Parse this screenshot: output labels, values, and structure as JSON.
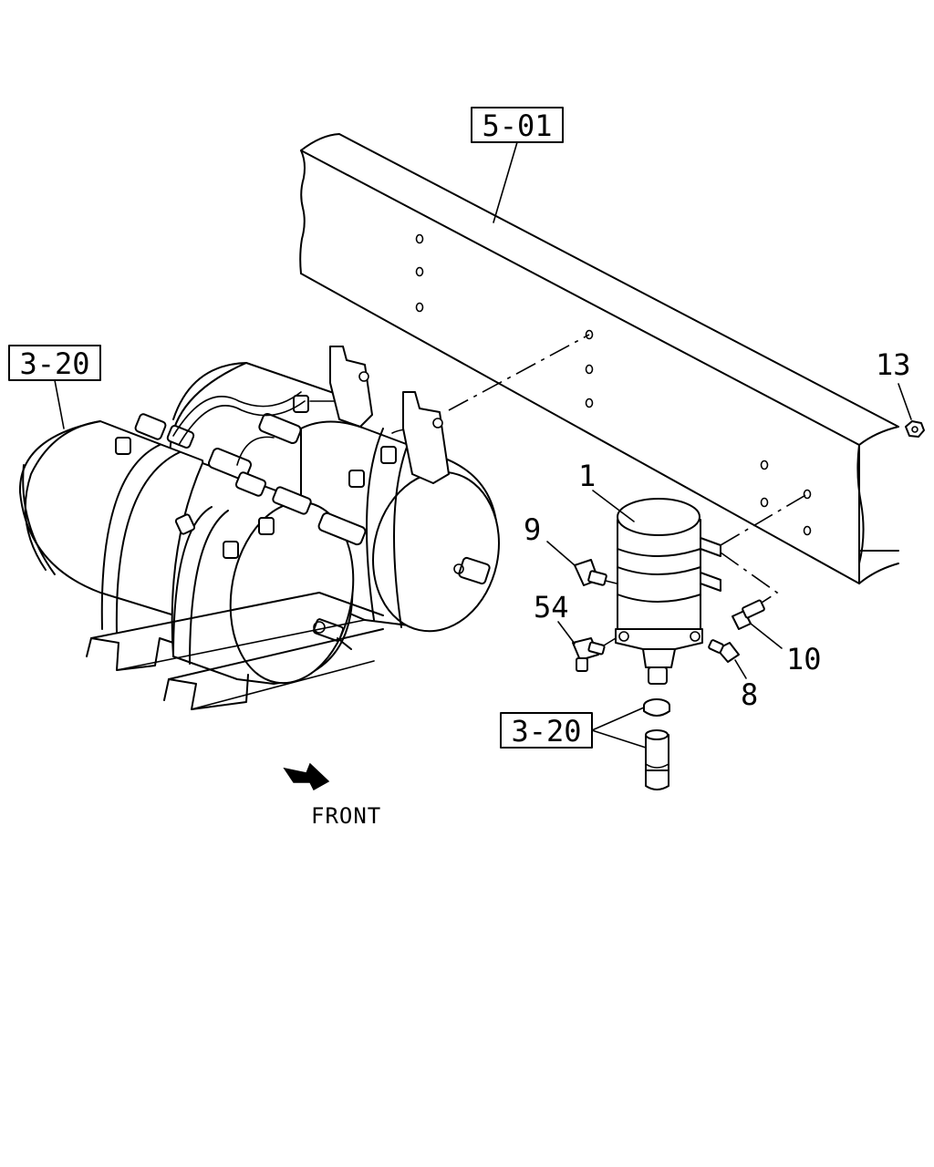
{
  "callouts": {
    "ref_frame": "5-01",
    "ref_tanks": "3-20",
    "ref_hose": "3-20",
    "part_1": "1",
    "part_8": "8",
    "part_9": "9",
    "part_10": "10",
    "part_13": "13",
    "part_54": "54"
  },
  "direction": {
    "label": "FRONT"
  }
}
